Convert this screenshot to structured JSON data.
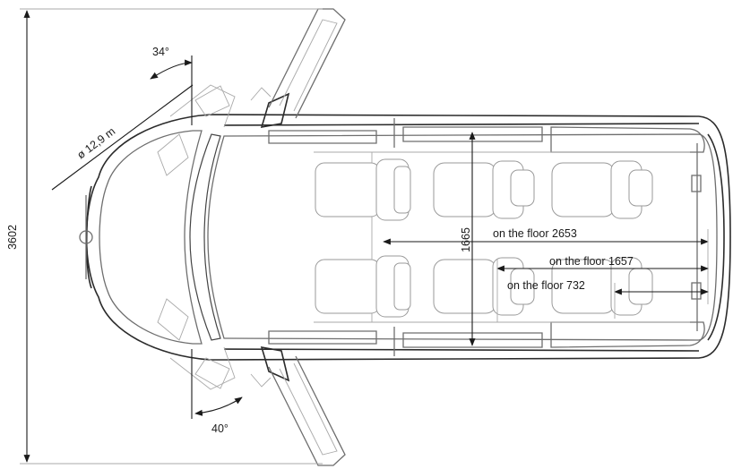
{
  "dimensions": {
    "overall_width": "3602",
    "interior_width": "1665",
    "turning_circle": "ø 12,9 m",
    "front_door_angle": "34°",
    "rear_door_angle": "40°",
    "floor_length_long": "on the floor 2653",
    "floor_length_mid": "on the floor 1657",
    "floor_length_short": "on the floor 732"
  }
}
